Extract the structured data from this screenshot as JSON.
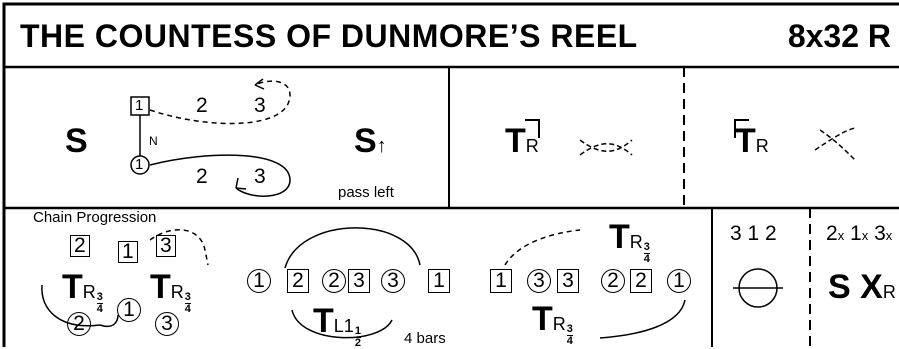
{
  "card": {
    "title": "THE COUNTESS OF DUNMORE’S REEL",
    "format": "8x32 R"
  },
  "row1": {
    "cell1": {
      "left_symbol": "S",
      "right_symbol": "S",
      "right_arrow": "↑",
      "caption": "pass left",
      "box_label": "1",
      "circle_label": "1",
      "north_label": "N",
      "path_numbers_top": [
        "2",
        "3"
      ],
      "path_numbers_bottom": [
        "2",
        "3"
      ]
    },
    "cell2": {
      "symbol": "T",
      "sub": "R"
    },
    "cell3": {
      "symbol": "T",
      "sub": "R"
    }
  },
  "row2": {
    "cell1": {
      "heading": "Chain Progression",
      "box_labels": [
        "2",
        "1",
        "3"
      ],
      "circle_labels": [
        "2",
        "1",
        "3"
      ],
      "turn_left": {
        "symbol": "T",
        "sub": "R",
        "frac_num": "3",
        "frac_den": "4"
      },
      "turn_right": {
        "symbol": "T",
        "sub": "R",
        "frac_num": "3",
        "frac_den": "4"
      }
    },
    "cell2": {
      "chain_labels": [
        "1",
        "2",
        "2",
        "3",
        "3",
        "1"
      ],
      "symbol": "T",
      "sub": "L",
      "whole": "1",
      "frac_num": "1",
      "frac_den": "2",
      "caption": "4 bars"
    },
    "cell3": {
      "labels": [
        "1",
        "3",
        "3",
        "2",
        "2",
        "1"
      ],
      "turn_top": {
        "symbol": "T",
        "sub": "R",
        "frac_num": "3",
        "frac_den": "4"
      },
      "turn_bottom": {
        "symbol": "T",
        "sub": "R",
        "frac_num": "3",
        "frac_den": "4"
      }
    },
    "cell4": {
      "order": "3 1 2"
    },
    "cell5": {
      "order": [
        {
          "n": "2",
          "x": "x"
        },
        {
          "n": "1",
          "x": "x"
        },
        {
          "n": "3",
          "x": "x"
        }
      ],
      "symbol": "S X",
      "sub": "R"
    }
  }
}
